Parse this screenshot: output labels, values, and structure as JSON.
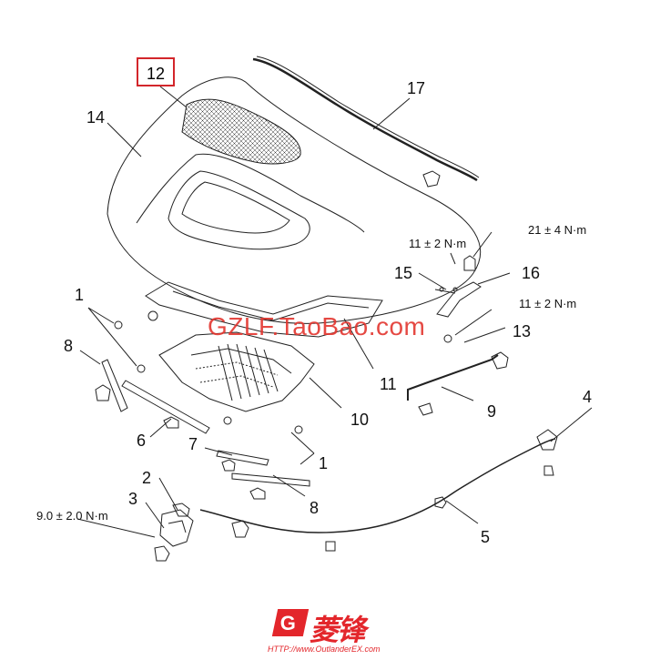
{
  "callouts": {
    "c12": "12",
    "c17": "17",
    "c14": "14",
    "c15": "15",
    "c16": "16",
    "c13": "13",
    "c11": "11",
    "c1a": "1",
    "c8a": "8",
    "c10": "10",
    "c9": "9",
    "c6": "6",
    "c7": "7",
    "c1b": "1",
    "c4": "4",
    "c8b": "8",
    "c2": "2",
    "c3": "3",
    "c5": "5"
  },
  "torques": {
    "t_a": "21 ± 4 N·m",
    "t_b": "11 ± 2 N·m",
    "t_c": "11 ± 2 N·m",
    "t_d": "9.0 ± 2.0 N·m"
  },
  "watermark": "GZLF.TaoBao.com",
  "logo": {
    "badge": "G",
    "text": "菱锋",
    "url": "HTTP://www.OutlanderEX.com"
  },
  "colors": {
    "line": "#222222",
    "highlight": "#d3262b",
    "watermark": "#e3362f",
    "brand": "#e3262b"
  }
}
